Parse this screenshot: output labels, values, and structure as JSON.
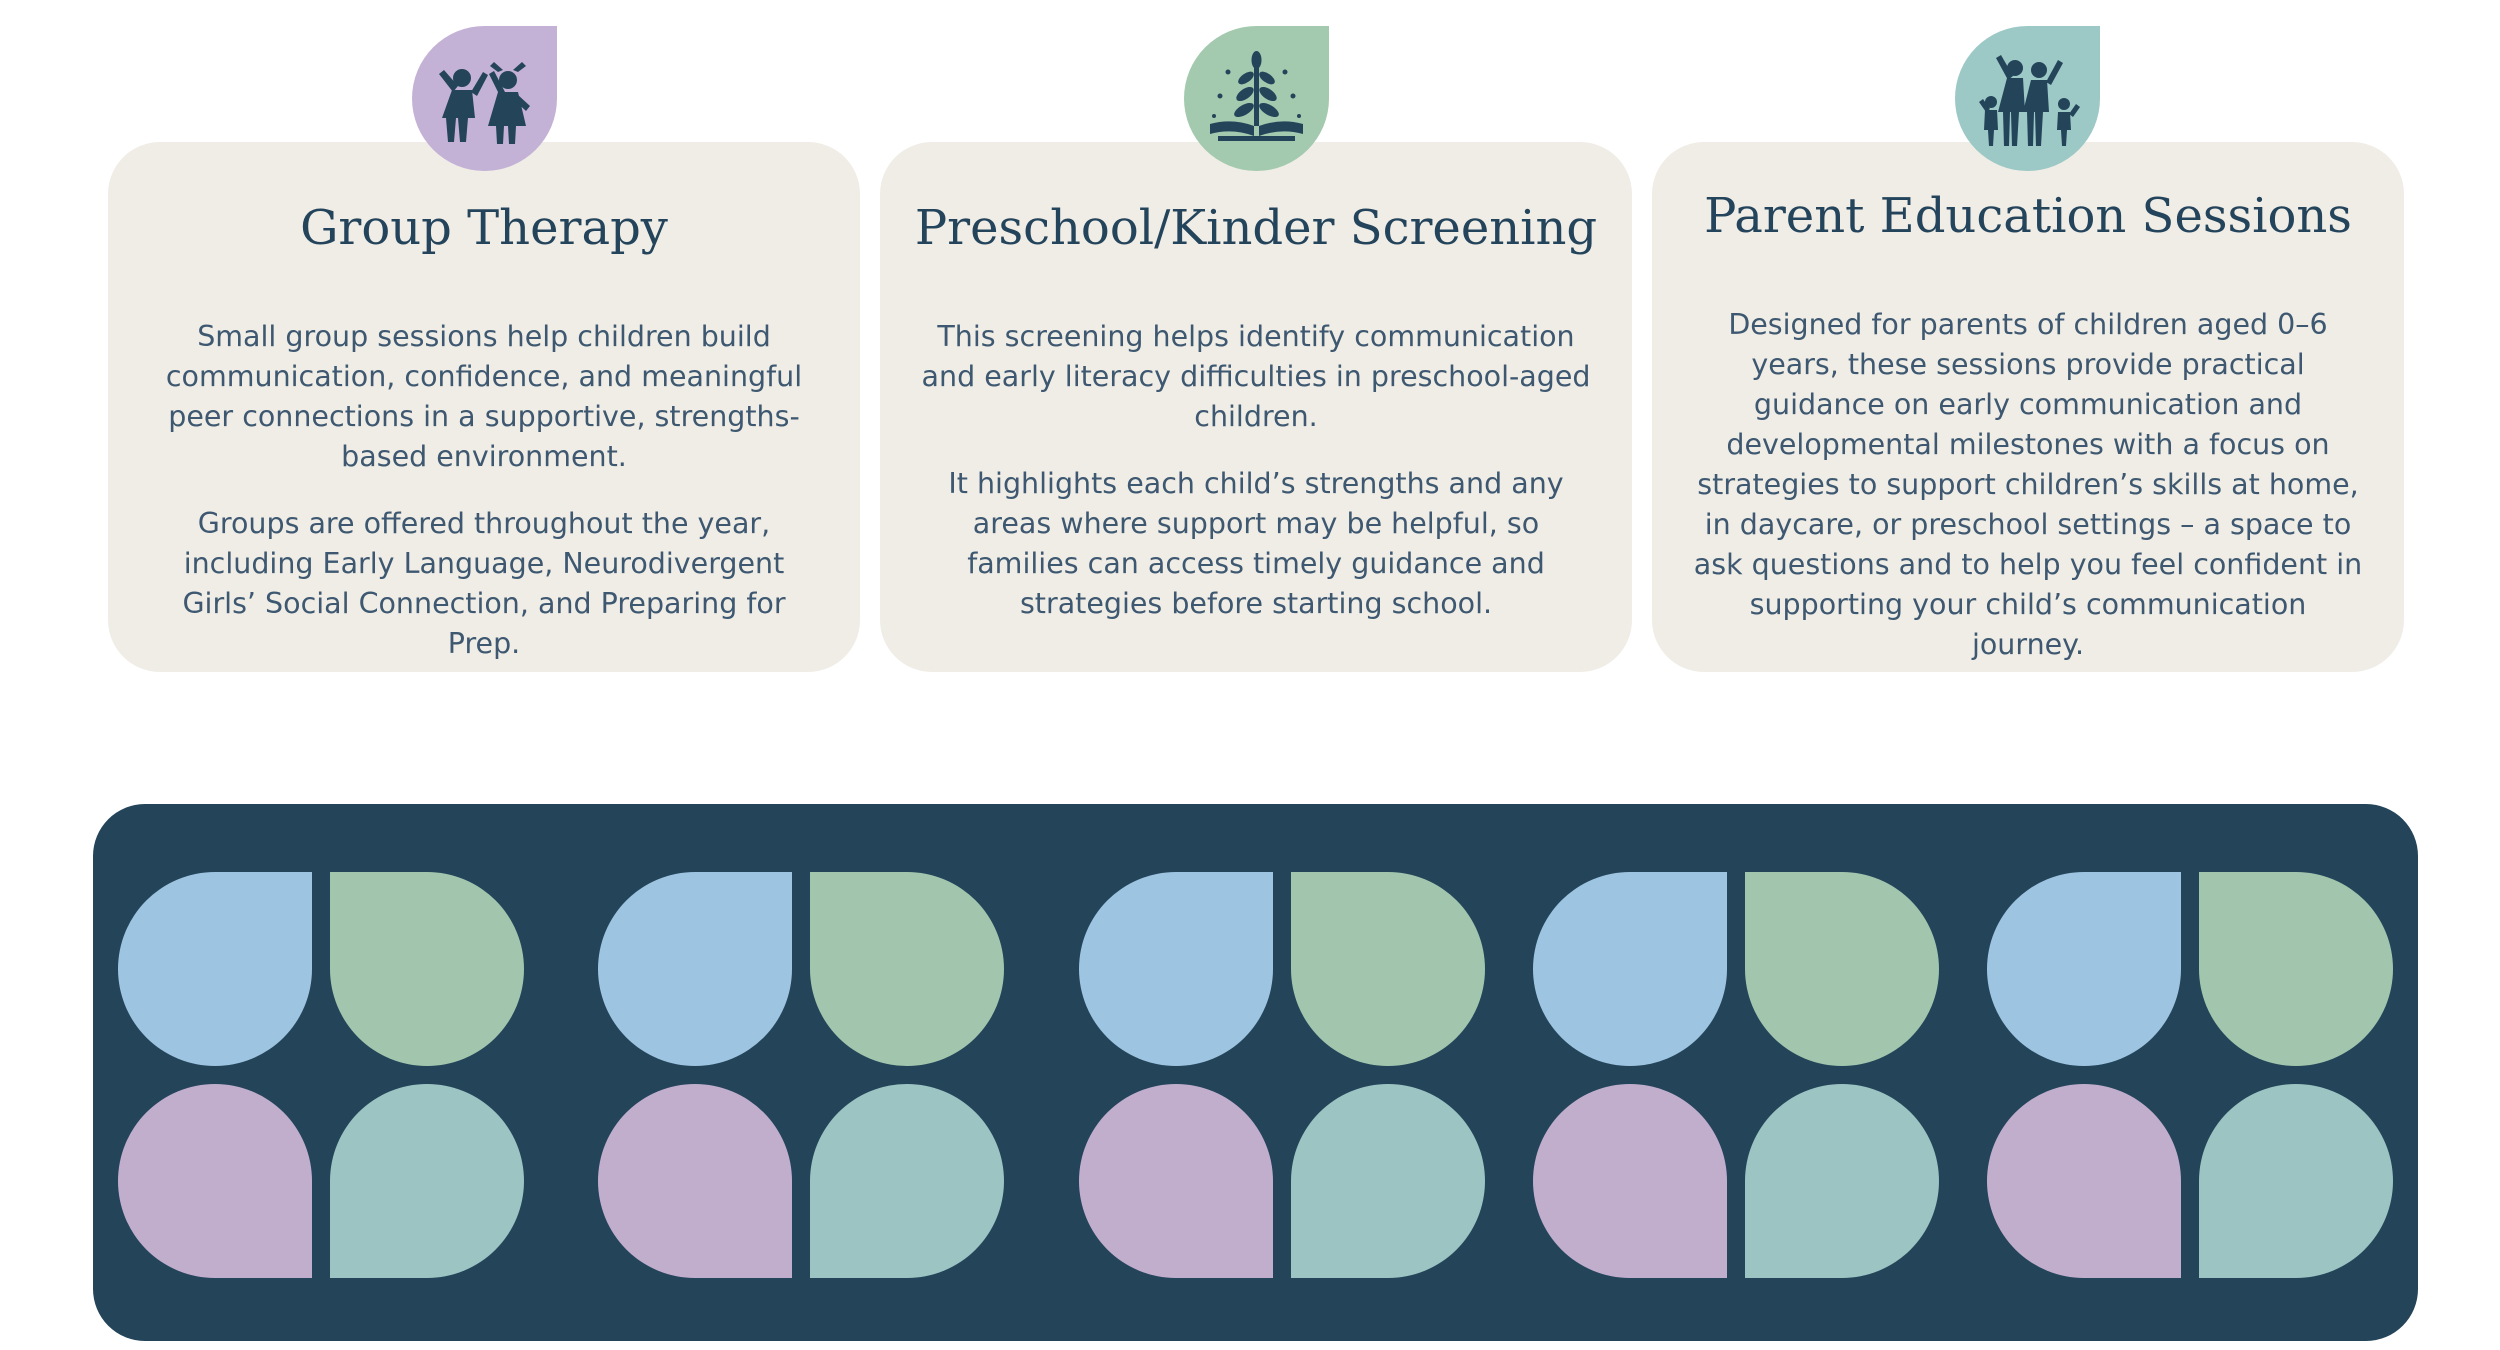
{
  "cards": [
    {
      "title": "Group Therapy",
      "icon": "children-playing-icon",
      "color": "#c4b2d6",
      "paragraphs": [
        "Small group sessions help children build communication, confidence, and meaningful peer connections in a supportive, strengths-based environment.",
        "Groups are offered throughout the year, including Early Language, Neurodivergent Girls’ Social Connection, and Preparing for Prep."
      ]
    },
    {
      "title": "Preschool/Kinder Screening",
      "icon": "book-sprout-icon",
      "color": "#a3c9ae",
      "paragraphs": [
        "This screening helps identify communication and early literacy difficulties in preschool-aged children.",
        "It highlights each child’s strengths and any areas where support may be helpful, so families can access timely guidance and strategies before starting school."
      ]
    },
    {
      "title": "Parent Education Sessions",
      "icon": "family-icon",
      "color": "#9cc8c6",
      "paragraphs": [
        "Designed for parents of children aged 0–6 years, these sessions provide practical guidance on early communication and developmental milestones with a focus on strategies to support children’s skills at home, in daycare, or preschool settings – a space to ask questions and to help you feel confident in supporting your child’s communication journey."
      ]
    }
  ],
  "banner": {
    "background": "#24445a",
    "clover_colors": [
      "#9dc4e0",
      "#a1c6ad",
      "#c1aecd",
      "#9bc4c2"
    ],
    "clover_count": 5
  },
  "colors": {
    "card_background": "#f0ede6",
    "heading": "#24445c",
    "body_text": "#3d5870",
    "icon": "#24445a"
  }
}
